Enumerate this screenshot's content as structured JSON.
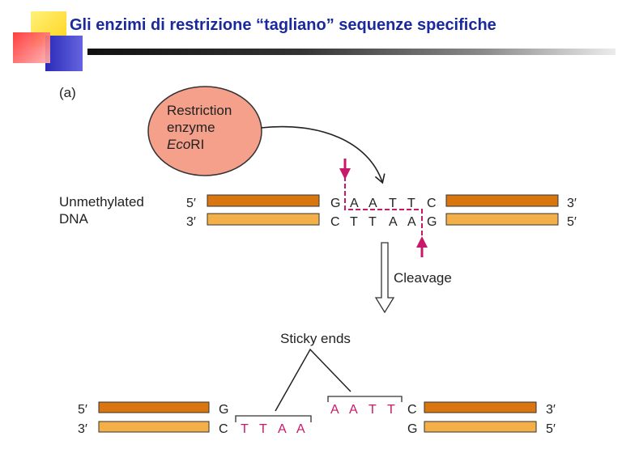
{
  "slide": {
    "title": "Gli enzimi di restrizione “tagliano” sequenze specifiche",
    "colors": {
      "title": "#1a2a9c",
      "deco_yellow": "#ffd21a",
      "deco_red": "#ff4a4a",
      "deco_blue": "#3a3ac8"
    }
  },
  "diagram": {
    "panel_label": "(a)",
    "enzyme": {
      "line1": "Restriction",
      "line2": "enzyme",
      "name_italic": "Eco",
      "name_rest": "RI",
      "fill": "#f4a08a"
    },
    "dna_label": {
      "line1": "Unmethylated",
      "line2": "DNA"
    },
    "top_strand": {
      "left_end": "5′",
      "right_end": "3′",
      "bases": [
        "G",
        "A",
        "A",
        "T",
        "T",
        "C"
      ],
      "color": "#d9760f"
    },
    "bottom_strand": {
      "left_end": "3′",
      "right_end": "5′",
      "bases": [
        "C",
        "T",
        "T",
        "A",
        "A",
        "G"
      ],
      "color": "#f3b048"
    },
    "cleavage_label": "Cleavage",
    "sticky_ends_label": "Sticky ends",
    "cut_color": "#c8186a",
    "left_fragment": {
      "top_left_end": "5′",
      "bottom_left_end": "3′",
      "top_base": "G",
      "bottom_base": "C",
      "overhang": [
        "T",
        "T",
        "A",
        "A"
      ]
    },
    "right_fragment": {
      "top_right_end": "3′",
      "bottom_right_end": "5′",
      "top_base": "C",
      "bottom_base": "G",
      "overhang": [
        "A",
        "A",
        "T",
        "T"
      ]
    }
  }
}
